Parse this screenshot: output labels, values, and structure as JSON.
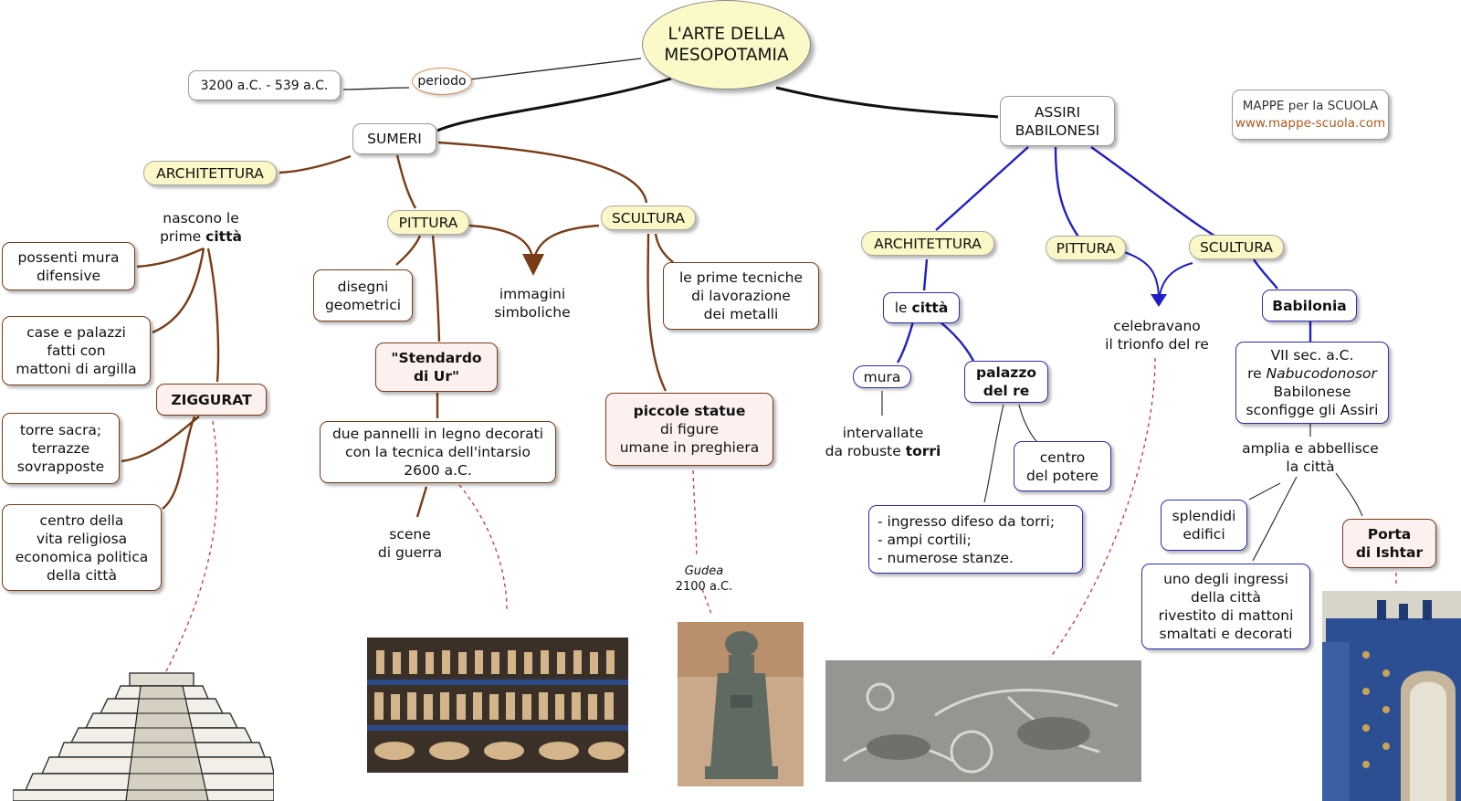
{
  "title": {
    "line1": "L'ARTE DELLA",
    "line2": "MESOPOTAMIA"
  },
  "periodo": {
    "label": "periodo",
    "dates": "3200 a.C. - 539 a.C."
  },
  "brand": {
    "name": "MAPPE per la SCUOLA",
    "url": "www.mappe-scuola.com"
  },
  "sumeri": {
    "label": "SUMERI",
    "architettura": {
      "label": "ARCHITETTURA",
      "intro": {
        "line1": "nascono le",
        "line2_pre": "prime ",
        "line2_bold": "città"
      },
      "mura": {
        "line1": "possenti mura",
        "line2": "difensive"
      },
      "case": {
        "line1": "case e palazzi",
        "line2": "fatti con",
        "line3": "mattoni di argilla"
      },
      "ziggurat": "ZIGGURAT",
      "torre": {
        "line1": "torre sacra;",
        "line2": "terrazze",
        "line3": "sovrapposte"
      },
      "centro": {
        "line1": "centro della",
        "line2": "vita religiosa",
        "line3": "economica politica",
        "line4": "della città"
      }
    },
    "pittura": {
      "label": "PITTURA",
      "disegni": {
        "line1": "disegni",
        "line2": "geometrici"
      },
      "stendardo": {
        "line1": "\"Stendardo",
        "line2": "di Ur\""
      },
      "pannelli": {
        "line1": "due pannelli in legno decorati",
        "line2": "con la tecnica dell'intarsio",
        "line3": "2600 a.C."
      },
      "scene": {
        "line1": "scene",
        "line2": "di guerra"
      }
    },
    "immagini": {
      "line1": "immagini",
      "line2": "simboliche"
    },
    "scultura": {
      "label": "SCULTURA",
      "metalli": {
        "line1": "le prime tecniche",
        "line2": "di lavorazione",
        "line3": "dei metalli"
      },
      "statue": {
        "line1": "piccole statue",
        "line2": "di figure",
        "line3": "umane in preghiera"
      },
      "gudea": {
        "line1": "Gudea",
        "line2": "2100 a.C."
      }
    }
  },
  "assiri": {
    "label": {
      "line1": "ASSIRI",
      "line2": "BABILONESI"
    },
    "architettura": {
      "label": "ARCHITETTURA",
      "citta": {
        "pre": "le ",
        "bold": "città"
      },
      "mura": "mura",
      "torri": {
        "line1": "intervallate",
        "line2_pre": "da robuste ",
        "line2_bold": "torri"
      },
      "palazzo": {
        "line1": "palazzo",
        "line2": "del re"
      },
      "potere": {
        "line1": "centro",
        "line2": "del potere"
      },
      "elenco": [
        "- ingresso difeso da torri;",
        "- ampi cortili;",
        "- numerose stanze."
      ]
    },
    "pittura": {
      "label": "PITTURA"
    },
    "celebravano": {
      "line1": "celebravano",
      "line2": "il trionfo del re"
    },
    "scultura": {
      "label": "SCULTURA",
      "babilonia": "Babilonia",
      "nabu": {
        "line1": "VII sec. a.C.",
        "line2_pre": "re ",
        "line2_italic": "Nabucodonosor",
        "line3": "Babilonese",
        "line4": "sconfigge gli Assiri"
      },
      "amplia": {
        "line1": "amplia e abbellisce",
        "line2": "la città"
      },
      "splendidi": {
        "line1": "splendidi",
        "line2": "edifici"
      },
      "ingressi": {
        "line1": "uno degli ingressi",
        "line2": "della città",
        "line3": "rivestito di mattoni",
        "line4": "smaltati e decorati"
      },
      "porta": {
        "line1": "Porta",
        "line2": "di Ishtar"
      }
    }
  },
  "colors": {
    "sumeri_edge": "#7a3c16",
    "assiri_edge": "#1f1fc4",
    "title_fill": "#fcf9c8",
    "pill_fill": "#fcf7c6",
    "dashed": "#c8382c"
  }
}
